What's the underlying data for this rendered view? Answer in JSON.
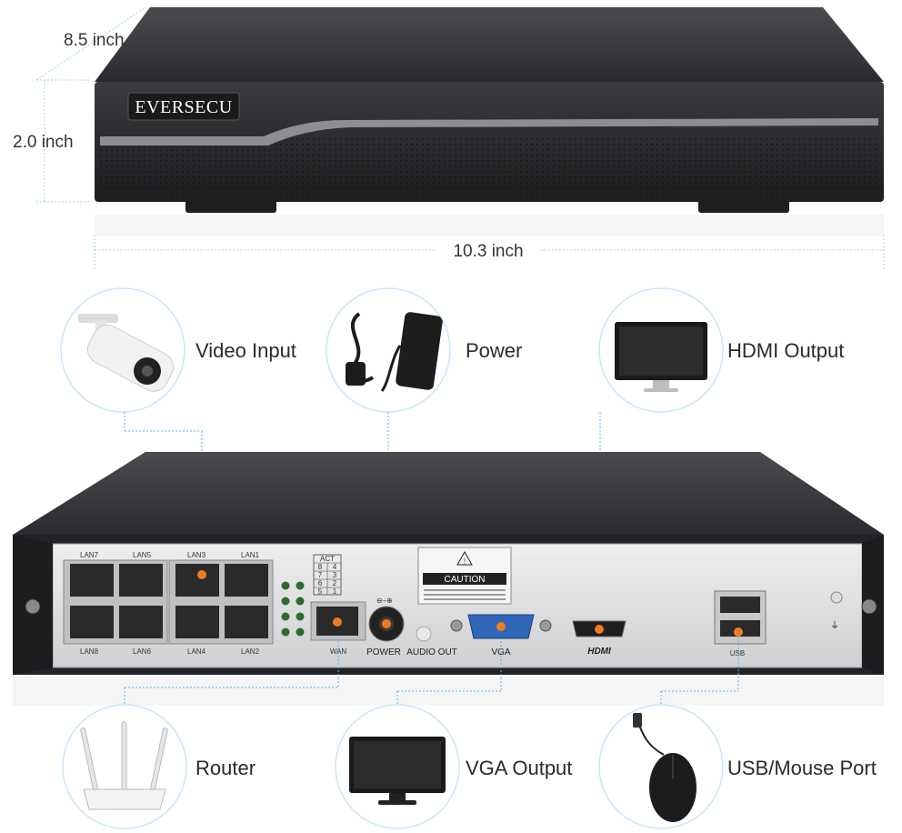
{
  "brand": "EVERSECU",
  "dimensions": {
    "depth": "8.5 inch",
    "height": "2.0 inch",
    "width": "10.3 inch"
  },
  "features": {
    "video_input": "Video Input",
    "power": "Power",
    "hdmi_output": "HDMI Output",
    "router": "Router",
    "vga_output": "VGA Output",
    "usb_mouse_port": "USB/Mouse Port"
  },
  "ports": {
    "lan7": "LAN7",
    "lan5": "LAN5",
    "lan3": "LAN3",
    "lan1": "LAN1",
    "lan8": "LAN8",
    "lan6": "LAN6",
    "lan4": "LAN4",
    "lan2": "LAN2",
    "act": "ACT",
    "act_numbers": [
      "8",
      "4",
      "7",
      "3",
      "6",
      "2",
      "5",
      "1"
    ],
    "wan": "WAN",
    "power": "POWER",
    "audio_out": "AUDIO OUT",
    "vga": "VGA",
    "hdmi": "HDMI",
    "usb": "USB",
    "caution": "CAUTION"
  },
  "colors": {
    "accent_line": "#5ab4e0",
    "port_dot": "#f07b22",
    "chassis": "#2e2f32",
    "panel": "#d9dadc"
  }
}
